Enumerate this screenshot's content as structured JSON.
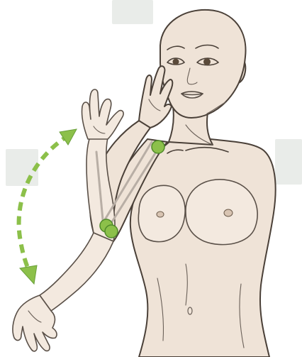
{
  "colors": {
    "accent": "#8cc04a",
    "accent_dark": "#4f8a2a",
    "skin": "#efe3d7",
    "outline": "#4a4038"
  },
  "joints": [
    "shoulder-joint",
    "elbow-joint"
  ],
  "motion_arrow": "double-headed-curved-dashed-arrow"
}
